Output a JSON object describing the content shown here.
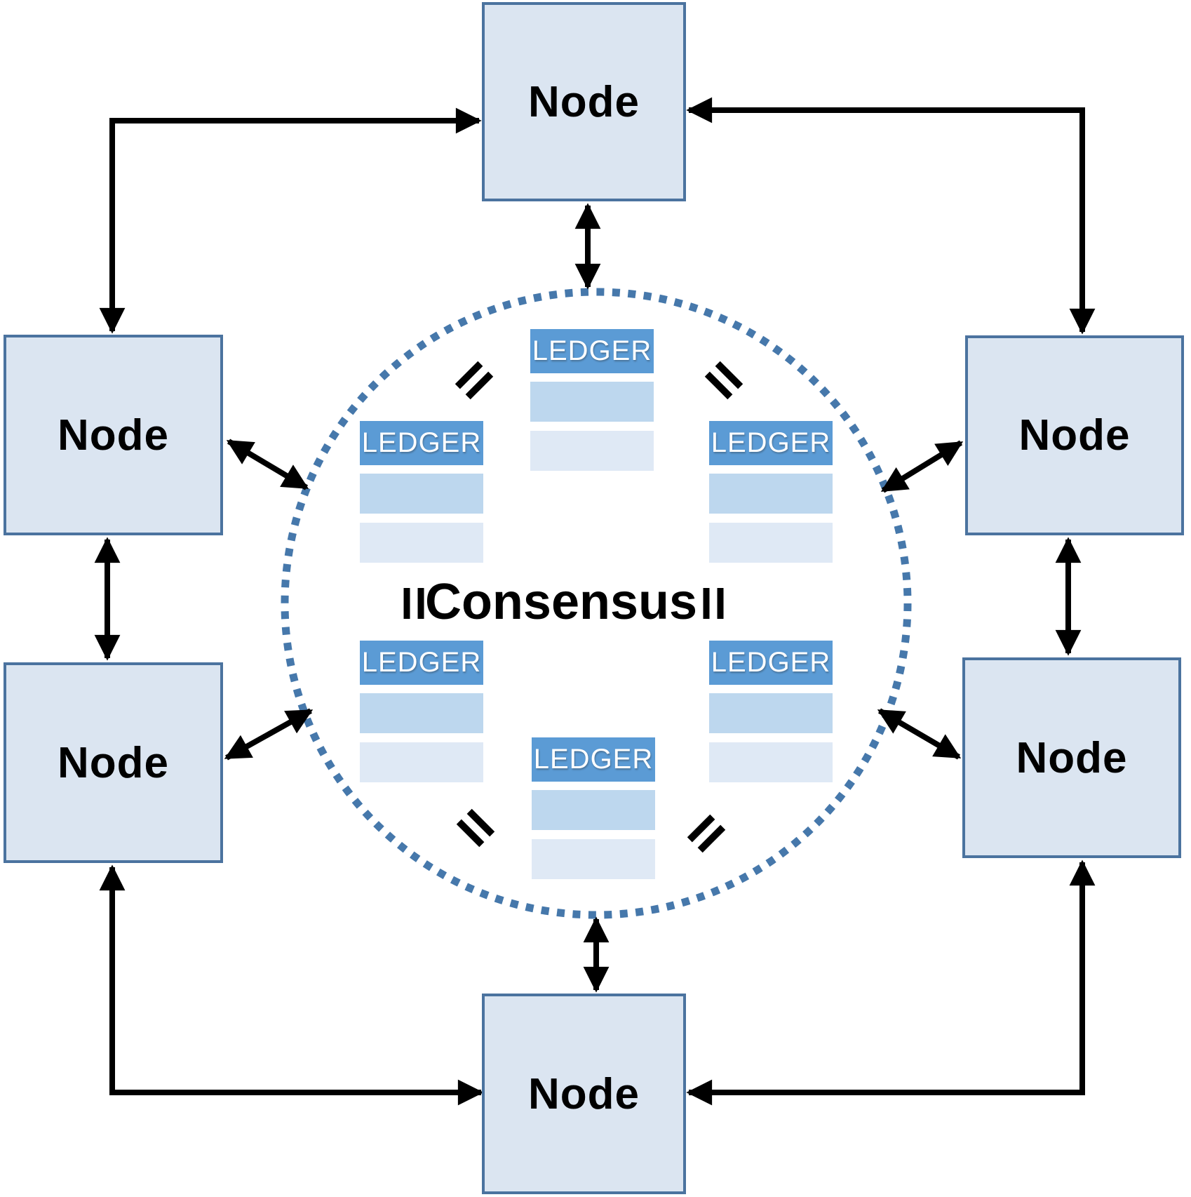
{
  "diagram": {
    "type": "blockchain-p2p-consensus-network",
    "consensus_label": "Consensus",
    "colors": {
      "node_fill": "#dbe5f1",
      "node_border": "#4b739f",
      "ledger_header_bg": "#5b9bd5",
      "ledger_row1_bg": "#bdd7ee",
      "ledger_row2_bg": "#dfe9f5",
      "circle_dot": "#4678ab",
      "arrow": "#000000",
      "text": "#000000",
      "ledger_text": "#ffffff"
    }
  },
  "nodes": [
    {
      "id": "top",
      "label": "Node"
    },
    {
      "id": "left-upper",
      "label": "Node"
    },
    {
      "id": "left-lower",
      "label": "Node"
    },
    {
      "id": "right-upper",
      "label": "Node"
    },
    {
      "id": "right-lower",
      "label": "Node"
    },
    {
      "id": "bottom",
      "label": "Node"
    }
  ],
  "ledgers": [
    {
      "id": "top-center",
      "header": "LEDGER"
    },
    {
      "id": "mid-left",
      "header": "LEDGER"
    },
    {
      "id": "mid-right",
      "header": "LEDGER"
    },
    {
      "id": "bottom-left",
      "header": "LEDGER"
    },
    {
      "id": "bottom-right",
      "header": "LEDGER"
    },
    {
      "id": "bottom-center",
      "header": "LEDGER"
    }
  ],
  "equals_icons": [
    "top-left",
    "top-right",
    "mid-left",
    "mid-right",
    "bottom-left",
    "bottom-right"
  ]
}
